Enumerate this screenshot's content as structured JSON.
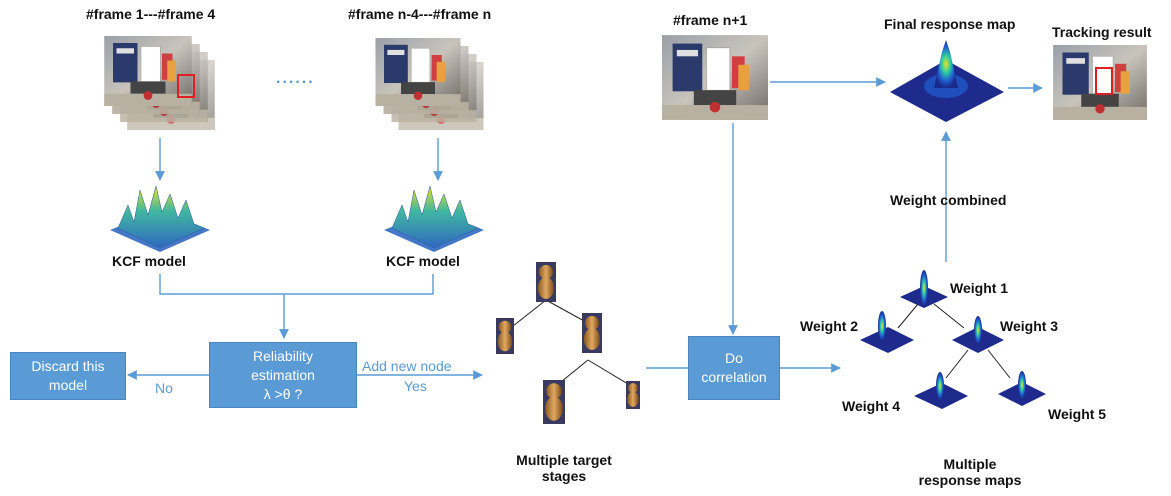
{
  "frames": {
    "first_group": "#frame 1---#frame 4",
    "last_group": "#frame n-4---#frame n",
    "next": "#frame n+1",
    "ellipsis": "......"
  },
  "kcf": {
    "left": "KCF model",
    "right": "KCF model"
  },
  "reliability": {
    "line1": "Reliability",
    "line2": "estimation",
    "line3": "λ >θ ?",
    "yes_top": "Add new node",
    "yes": "Yes",
    "no": "No"
  },
  "discard": {
    "line1": "Discard this",
    "line2": "model"
  },
  "stages": {
    "line1": "Multiple target",
    "line2": "stages"
  },
  "correlation": {
    "line1": "Do",
    "line2": "correlation"
  },
  "weights": {
    "w1": "Weight 1",
    "w2": "Weight 2",
    "w3": "Weight 3",
    "w4": "Weight 4",
    "w5": "Weight 5"
  },
  "maps": {
    "line1": "Multiple",
    "line2": "response maps"
  },
  "combined": "Weight combined",
  "final": "Final response map",
  "tracking": "Tracking result",
  "colors": {
    "arrow": "#5b9bd5",
    "box": "#5b9bd5",
    "bbox": "#e02020",
    "map_base": "#1e2a8c",
    "peak": "#e8e020"
  }
}
